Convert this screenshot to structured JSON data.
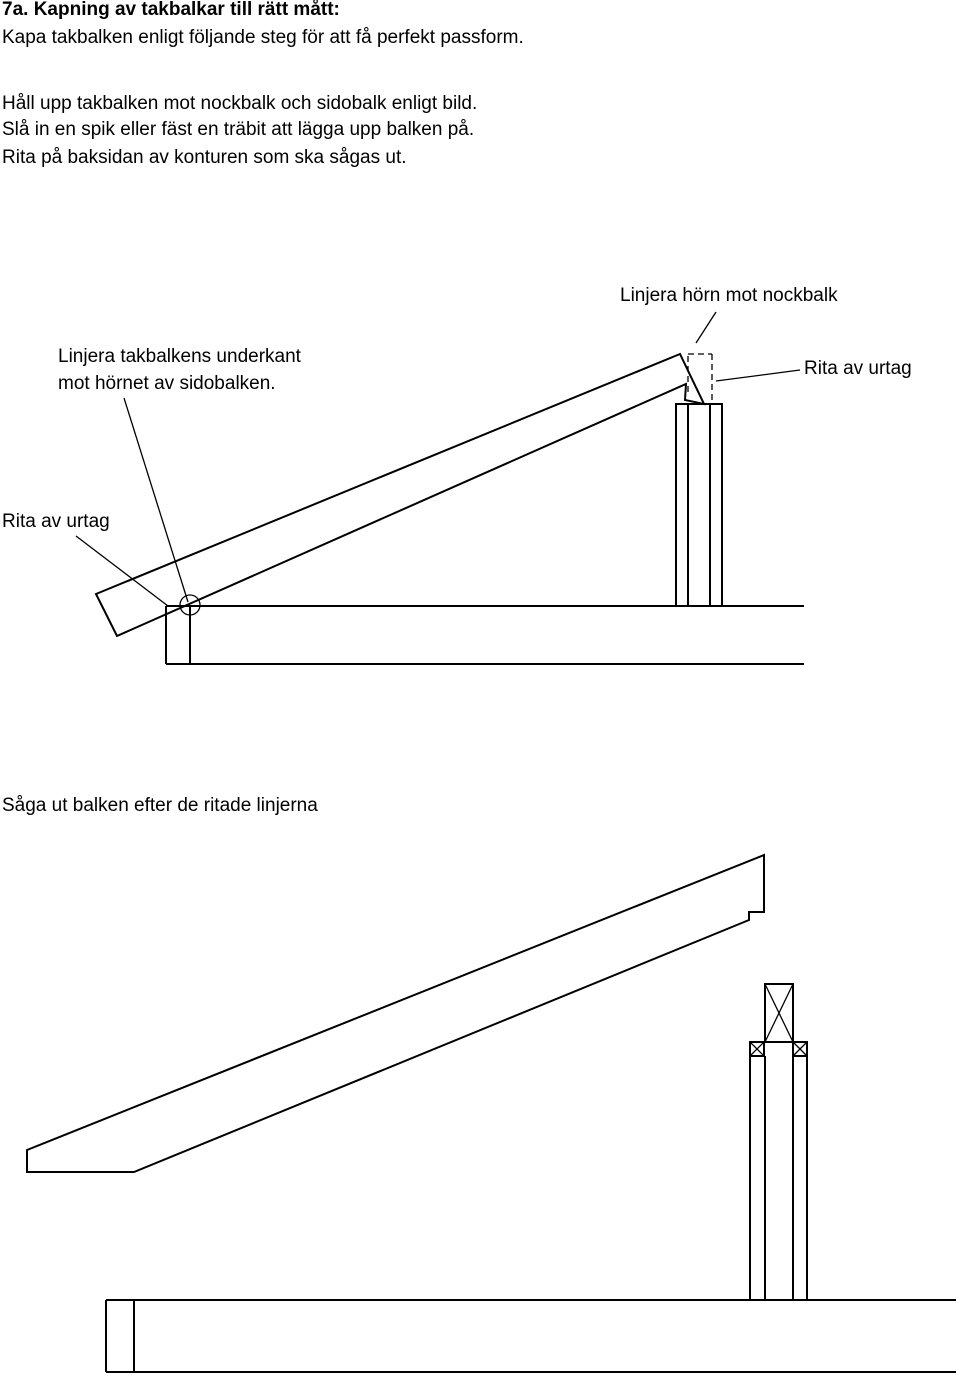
{
  "heading": "7a. Kapning av takbalkar till rätt mått:",
  "intro": "Kapa takbalken enligt följande steg för att få perfekt passform.",
  "steps": [
    "Håll upp takbalken mot nockbalk och sidobalk enligt bild.",
    "Slå in en spik eller fäst en träbit att lägga upp balken på.",
    "Rita på baksidan av konturen som ska sågas ut."
  ],
  "labels": {
    "align_corner": "Linjera hörn mot nockbalk",
    "align_underside_line1": "Linjera takbalkens underkant",
    "align_underside_line2": "mot hörnet av sidobalken.",
    "mark_notch_right": "Rita av urtag",
    "mark_notch_left": "Rita av urtag",
    "cut_out": "Såga ut balken efter de ritade linjerna"
  },
  "colors": {
    "ink": "#000000",
    "background": "#ffffff"
  }
}
